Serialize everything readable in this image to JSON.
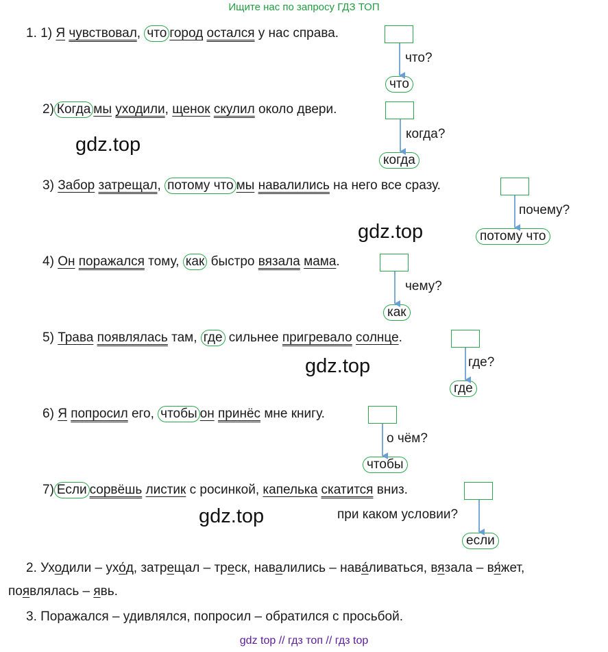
{
  "header": "Ищите нас по запросу ГДЗ ТОП",
  "watermarks": [
    "gdz.top",
    "gdz.top",
    "gdz.top",
    "gdz.top"
  ],
  "items": [
    {
      "num": "1. 1)",
      "w1": "Я",
      "sp1": " ",
      "w2": "чувствовал",
      "sp2": ", ",
      "conj": "что",
      "w3": "город",
      "sp3": " ",
      "w4": "остался",
      "rest": " у нас справа.",
      "question": "что?",
      "answer": "что"
    },
    {
      "num": "2)",
      "conj": "Когда",
      "w1": "мы",
      "sp1": " ",
      "w2": "уходили",
      "sp2": ", ",
      "w3": "щенок",
      "sp3": " ",
      "w4": "скулил",
      "rest": " около двери.",
      "question": "когда?",
      "answer": "когда"
    },
    {
      "num": "3)",
      "w1": "Забор",
      "sp1": " ",
      "w2": "затрещал",
      "sp2": ", ",
      "conj": "потому что",
      "w3": "мы",
      "sp3": " ",
      "w4": "навалились",
      "rest": " на него все сразу.",
      "question": "почему?",
      "answer": "потому что"
    },
    {
      "num": "4)",
      "w1": "Он",
      "sp1": " ",
      "w2": "поражался",
      "mid": " тому, ",
      "conj": "как",
      "rest1": " быстро ",
      "w3": "вязала",
      "sp3": " ",
      "w4": "мама",
      "rest": ".",
      "question": "чему?",
      "answer": "как"
    },
    {
      "num": "5)",
      "w1": "Трава",
      "sp1": " ",
      "w2": "появлялась",
      "mid": " там, ",
      "conj": "где",
      "rest1": " сильнее ",
      "w3": "пригревало",
      "sp3": " ",
      "w4": "солнце",
      "rest": ".",
      "question": "где?",
      "answer": "где"
    },
    {
      "num": "6)",
      "w1": "Я",
      "sp1": " ",
      "w2": "попросил",
      "mid": " его, ",
      "conj": "чтобы",
      "w3": "он",
      "sp3": " ",
      "w4": "принёс",
      "rest": " мне книгу.",
      "question": "о чём?",
      "answer": "чтобы"
    },
    {
      "num": "7)",
      "conj": "Если",
      "w1": "сорвёшь",
      "sp1": " ",
      "w2": "листик",
      "mid": " с росинкой, ",
      "w3": "капелька",
      "sp3": " ",
      "w4": "скатится",
      "rest": " вниз.",
      "question": "при каком условии?",
      "answer": "если"
    }
  ],
  "para2": {
    "line1": [
      "2. Ух",
      "о",
      "дили – ух",
      "о́",
      "д, затр",
      "е",
      "щал – тр",
      "е",
      "ск, нав",
      "а",
      "лились – нав",
      "а́",
      "ливаться, в",
      "я",
      "зала – в",
      "я́",
      "жет,"
    ],
    "line2": [
      "по",
      "я",
      "влялась – ",
      "я",
      "вь."
    ]
  },
  "para3": "3. Поражался – удивлялся, попросил – обратился с просьбой.",
  "footer": "gdz top  //  гдз топ  //  гдз top",
  "colors": {
    "accent": "#2aa84a",
    "arrow": "#6a9fd4",
    "footer": "#5a1a9c",
    "header": "#1e9e3e"
  }
}
